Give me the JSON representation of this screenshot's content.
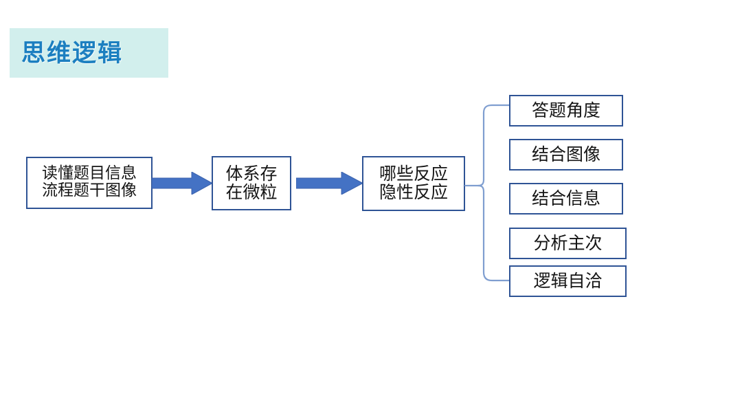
{
  "slide": {
    "title": "思维逻辑",
    "background_color": "#ffffff"
  },
  "title_banner": {
    "background_color": "#d2efed",
    "text_color": "#1c7fc0"
  },
  "colors": {
    "box_border": "#2e5395",
    "arrow_fill": "#4472c4",
    "arrow_stroke": "#3c63ad",
    "bracket_line": "#7f9ed0",
    "text": "#151515"
  },
  "flow": {
    "stages": [
      {
        "id": "read",
        "label": "读懂题目信息\n流程题干图像"
      },
      {
        "id": "particles",
        "label": "体系存\n在微粒"
      },
      {
        "id": "reactions",
        "label": "哪些反应\n隐性反应"
      }
    ],
    "arrows": [
      {
        "id": "arrow-1",
        "icon": "block-arrow-right-icon"
      },
      {
        "id": "arrow-2",
        "icon": "block-arrow-right-icon"
      }
    ],
    "connector": {
      "icon": "curly-brace-right-icon"
    },
    "outcomes": [
      {
        "id": "angle",
        "label": "答题角度"
      },
      {
        "id": "image",
        "label": "结合图像"
      },
      {
        "id": "info",
        "label": "结合信息"
      },
      {
        "id": "primary",
        "label": "分析主次"
      },
      {
        "id": "logic",
        "label": "逻辑自洽"
      }
    ]
  }
}
